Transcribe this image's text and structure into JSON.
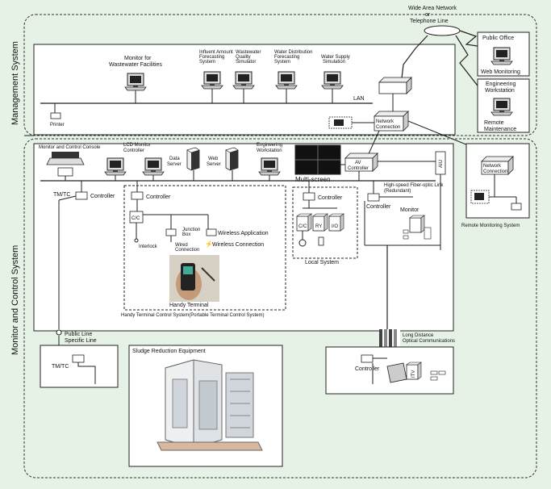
{
  "sections": {
    "management": "Management System",
    "monitor_control": "Monitor and Control System"
  },
  "network": {
    "wan_line1": "Wide Area Network",
    "wan_line2": "or",
    "wan_line3": "Telephone Line",
    "lan": "LAN"
  },
  "management": {
    "public_office": "Public Office",
    "web_monitoring": "Web Monitoring",
    "eng_ws_line1": "Engineering",
    "eng_ws_line2": "Workstation",
    "remote_maint_line1": "Remote",
    "remote_maint_line2": "Maintenance",
    "monitor_ww_line1": "Monitor for",
    "monitor_ww_line2": "Wastewater Facilities",
    "inflow_line1": "Influent Amount",
    "inflow_line2": "Forecasting",
    "inflow_line3": "System",
    "wwq_line1": "Wastewater",
    "wwq_line2": "Quality",
    "wwq_line3": "Simulator",
    "wd_line1": "Water Distribution",
    "wd_line2": "Forecasting",
    "wd_line3": "System",
    "ws_line1": "Water Supply",
    "ws_line2": "Simulation",
    "printer": "Printer",
    "net_conn_line1": "Network",
    "net_conn_line2": "Connection"
  },
  "control": {
    "console": "Monitor and Control Console",
    "lcd_line1": "LCD Monitor",
    "lcd_line2": "Controller",
    "data_server_line1": "Data",
    "data_server_line2": "Server",
    "web_server_line1": "Web",
    "web_server_line2": "Server",
    "eng_ws_line1": "Engineering",
    "eng_ws_line2": "Workstation",
    "multiscreen": "Multi-screen",
    "av_line1": "AV",
    "av_line2": "Controller",
    "aiu": "AIU",
    "fiber_line1": "High-speed Fiber-optic Link",
    "fiber_line2": "(Redundant)",
    "tmtc": "TM/TC",
    "controller": "Controller",
    "cc": "C/C",
    "interlock": "Interlock",
    "junction_line1": "Junction",
    "junction_line2": "Box",
    "wired_line1": "Wired",
    "wired_line2": "Connection",
    "wireless_app": "Wireless Application",
    "wireless_conn": "Wireless Connection",
    "handy_terminal": "Handy Terminal",
    "handy_system": "Handy Terminal Control System(Portable Terminal Control System)",
    "ry": "RY",
    "io": "I/O",
    "local_system": "Local System",
    "monitor": "Monitor",
    "public_line_line1": "Public Line",
    "public_line_line2": "Specific Line",
    "sludge": "Sludge Reduction Equipment",
    "long_dist_line1": "Long Distance",
    "long_dist_line2": "Optical Communications",
    "remote_mon": "Remote Monitoring System",
    "itv": "ITV"
  }
}
